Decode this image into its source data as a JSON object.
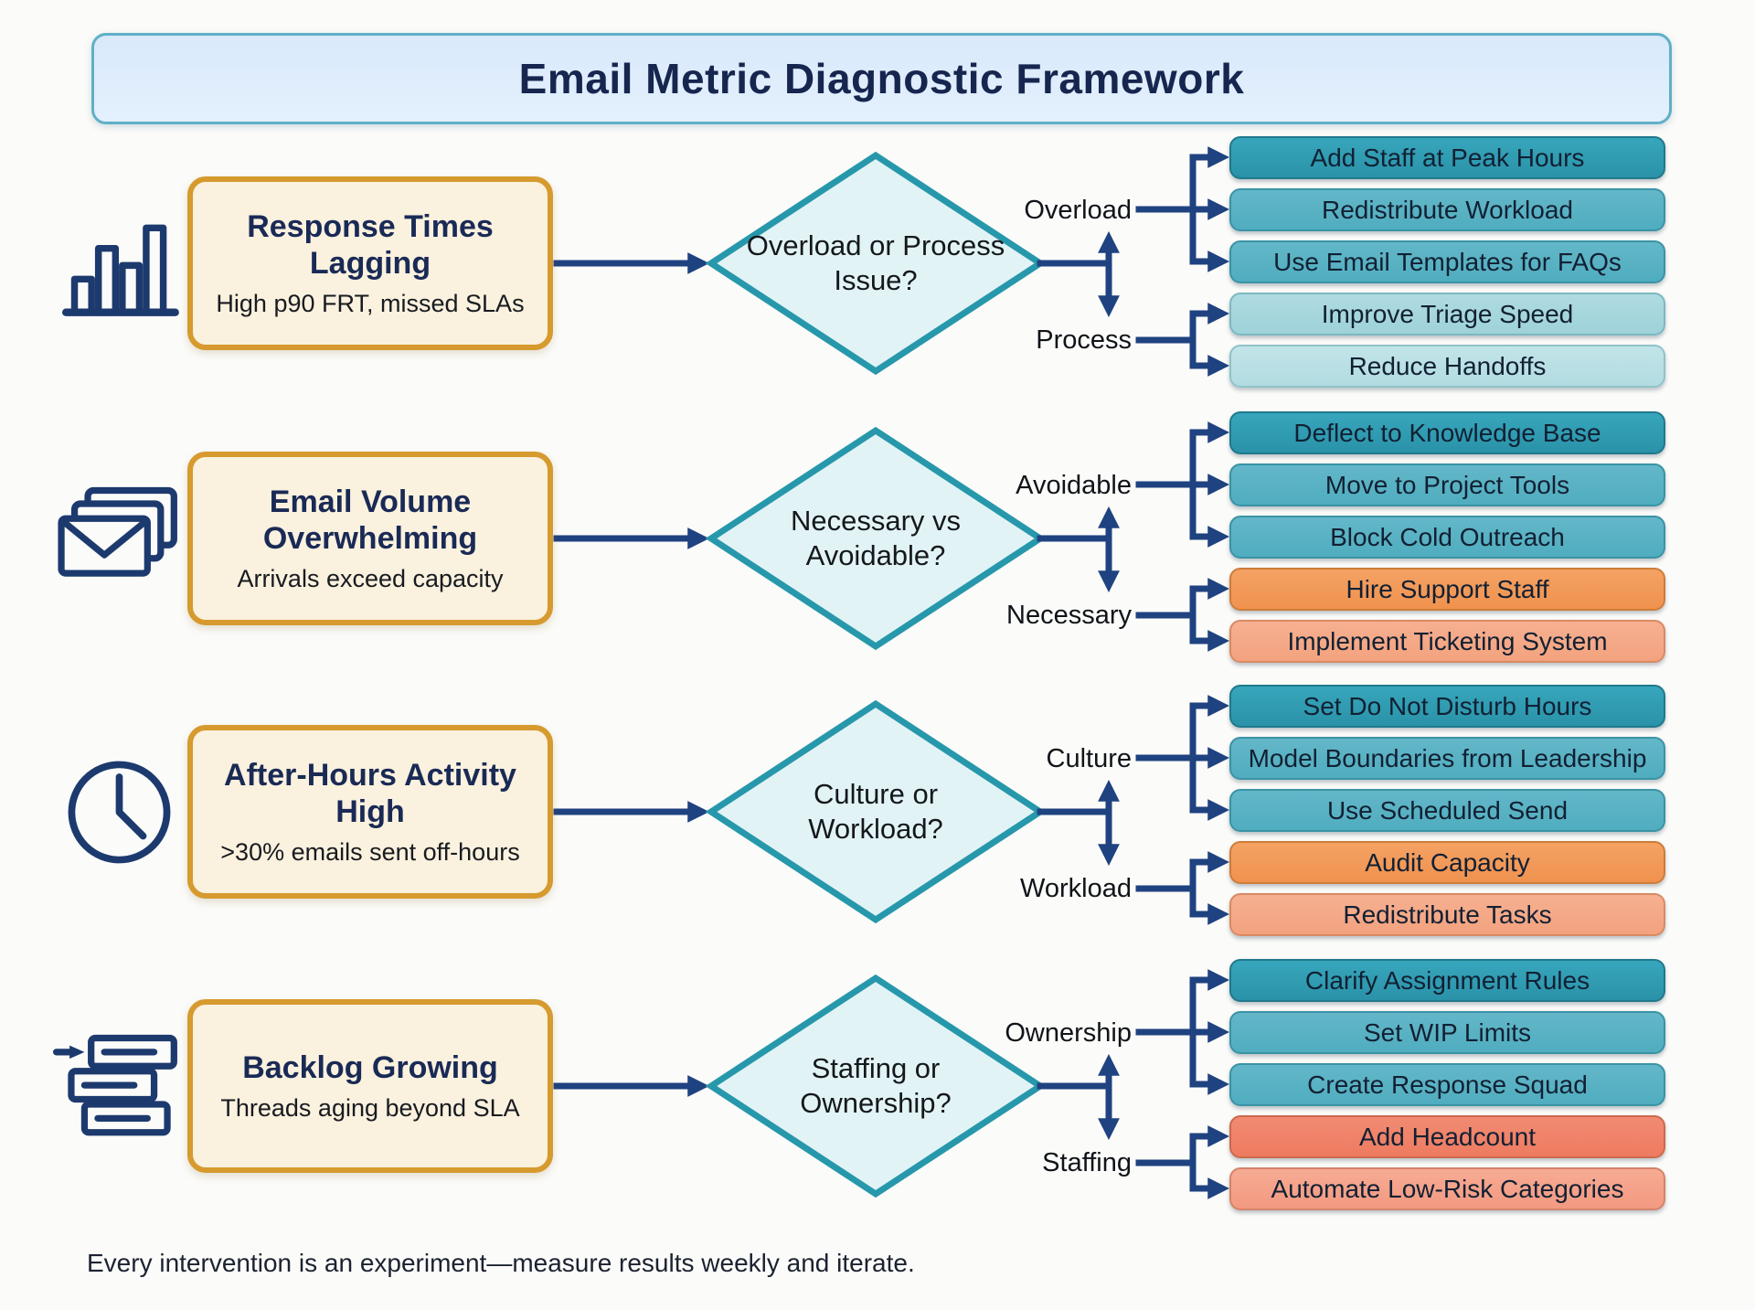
{
  "title": "Email Metric Diagnostic Framework",
  "footer": "Every intervention is an experiment—measure results weekly and iterate.",
  "colors": {
    "background": "#fbfbf9",
    "title_bg": "#dceafb",
    "title_border": "#5fb0c6",
    "ink_navy": "#16264f",
    "connector_navy": "#1f4280",
    "problem_bg": "#faf1de",
    "problem_border": "#d69a2e",
    "diamond_bg": "#e2f3f6",
    "diamond_border": "#2798ab",
    "teal_dark": "#2f9db4",
    "teal_medium": "#58b1c3",
    "teal_light": "#a7d8de",
    "teal_lighter": "#bce1e5",
    "orange": "#f29a5a",
    "salmon": "#f4a988",
    "coral": "#ef836b",
    "coral_light": "#f5a18b"
  },
  "rows": [
    {
      "icon": "bar-chart",
      "problem": "Response Times Lagging",
      "detail": "High p90 FRT, missed SLAs",
      "question": "Overload or Process Issue?",
      "branch_top": {
        "label": "Overload",
        "actions": [
          "Add Staff at Peak Hours",
          "Redistribute Workload",
          "Use Email Templates for FAQs"
        ]
      },
      "branch_bottom": {
        "label": "Process",
        "actions": [
          "Improve Triage Speed",
          "Reduce Handoffs"
        ]
      }
    },
    {
      "icon": "mail-stack",
      "problem": "Email Volume Overwhelming",
      "detail": "Arrivals exceed capacity",
      "question": "Necessary vs Avoidable?",
      "branch_top": {
        "label": "Avoidable",
        "actions": [
          "Deflect to Knowledge Base",
          "Move to Project Tools",
          "Block Cold Outreach"
        ]
      },
      "branch_bottom": {
        "label": "Necessary",
        "actions": [
          "Hire Support Staff",
          "Implement Ticketing System"
        ]
      }
    },
    {
      "icon": "clock",
      "problem": "After-Hours Activity High",
      "detail": ">30% emails sent off-hours",
      "question": "Culture or Workload?",
      "branch_top": {
        "label": "Culture",
        "actions": [
          "Set Do Not Disturb Hours",
          "Model Boundaries from Leadership",
          "Use Scheduled Send"
        ]
      },
      "branch_bottom": {
        "label": "Workload",
        "actions": [
          "Audit Capacity",
          "Redistribute Tasks"
        ]
      }
    },
    {
      "icon": "backlog-stack",
      "problem": "Backlog Growing",
      "detail": "Threads aging beyond SLA",
      "question": "Staffing or Ownership?",
      "branch_top": {
        "label": "Ownership",
        "actions": [
          "Clarify Assignment Rules",
          "Set WIP Limits",
          "Create Response Squad"
        ]
      },
      "branch_bottom": {
        "label": "Staffing",
        "actions": [
          "Add Headcount",
          "Automate Low-Risk Categories"
        ]
      }
    }
  ]
}
